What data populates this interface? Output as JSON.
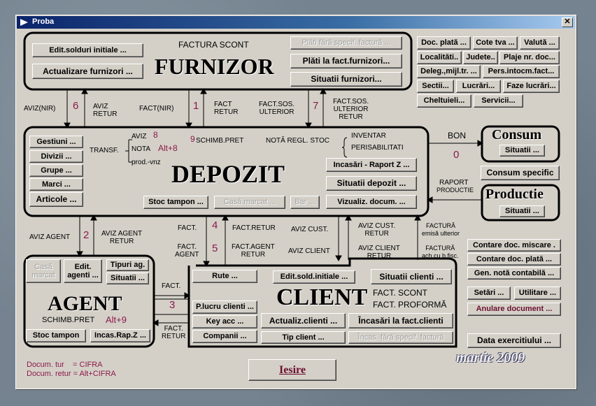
{
  "window": {
    "title": "Proba",
    "close": "✕"
  },
  "furnizor": {
    "title": "FURNIZOR",
    "subtitle": "FACTURA SCONT",
    "edit_solduri": "Edit.solduri initiale ...",
    "actualizare": "Actualizare furnizori ...",
    "plati_spec": "Plăti fără specif. factură ...",
    "plati_fact": "Plăti la fact.furnizori...",
    "situatii": "Situatii furnizori..."
  },
  "nomenclator": {
    "doc_plata": "Doc. plată ...",
    "cote_tva": "Cote tva ...",
    "valuta": "Valută ...",
    "localitati": "Localităti..",
    "judete": "Judete..",
    "plaje": "Plaje nr. doc...",
    "deleg": "Deleg.,mijl.tr. ...",
    "pers": "Pers.intocm.fact...",
    "sectii": "Sectii...",
    "lucrari": "Lucrări...",
    "faze": "Faze lucrări...",
    "cheltuieli": "Cheltuieli...",
    "servicii": "Servicii..."
  },
  "flow_top": {
    "aviz_nir": "AVIZ(NIR)",
    "n6": "6",
    "aviz_retur": "AVIZ\nRETUR",
    "fact_nir": "FACT(NIR)",
    "n1": "1",
    "fact_retur": "FACT\nRETUR",
    "fact_sos": "FACT.SOS.\nULTERIOR",
    "n7": "7",
    "fact_sos_ret": "FACT.SOS.\nULTERIOR\nRETUR"
  },
  "depozit": {
    "title": "DEPOZIT",
    "gestiuni": "Gestiuni ...",
    "divizii": "Divizii ...",
    "grupe": "Grupe ...",
    "marci": "Marci ...",
    "articole": "Articole ...",
    "transf": "TRANSF.",
    "aviz": "AVIZ",
    "n8": "8",
    "nota": "NOTA",
    "alt8": "Alt+8",
    "prod_vnz": "prod.-vnz",
    "n9": "9",
    "schimb": "SCHIMB.PRET",
    "nota_regl": "NOTĂ REGL. STOC",
    "inventar": "INVENTAR",
    "perisab": "PERISABILITATI",
    "incasari": "Incasări - Raport Z ...",
    "situatii": "Situatii depozit ...",
    "vizualiz": "Vizualiz. docum. ...",
    "stoc_tampon": "Stoc tampon ...",
    "casa_marcat": "Casă marcat ...",
    "bar": "Bar ..."
  },
  "consum": {
    "title": "Consum",
    "bon": "BON",
    "n0": "0",
    "situatii": "Situatii ...",
    "specific": "Consum specific",
    "raport": "RAPORT",
    "productie_lbl": "PRODUCTIE"
  },
  "productie": {
    "title": "Productie",
    "situatii": "Situatii ..."
  },
  "flow_mid": {
    "aviz_agent": "AVIZ AGENT",
    "n2": "2",
    "aviz_agent_retur": "AVIZ AGENT\nRETUR",
    "fact": "FACT.",
    "fact_agent": "FACT.\nAGENT",
    "n4": "4",
    "n5": "5",
    "fact_retur": "FACT.RETUR",
    "fact_agent_retur": "FACT.AGENT\nRETUR",
    "aviz_cust": "AVIZ CUST.",
    "aviz_client": "AVIZ CLIENT",
    "aviz_cust_retur": "AVIZ CUST.\nRETUR",
    "aviz_client_retur": "AVIZ CLIENT\nRETUR",
    "factura_emisa": "FACTURĂ\nemisă ulterior",
    "factura_ach": "FACTURĂ\nach.cu b.fisc."
  },
  "right_panel": {
    "contare_misc": "Contare doc. miscare .",
    "contare_plata": "Contare doc. plată ...",
    "gen_nota": "Gen. notă contabilă ...",
    "setari": "Setări ...",
    "utilitare": "Utilitare ...",
    "anulare": "Anulare document ...",
    "data_ex": "Data exercitiului ..."
  },
  "agent": {
    "title": "AGENT",
    "casa_marcat": "Casă\nmarcat",
    "edit_agenti": "Edit.\nagenti ...",
    "tipuri": "Tipuri ag.",
    "situatii": "Situatii ...",
    "schimb": "SCHIMB.PRET",
    "alt9": "Alt+9",
    "stoc_tampon": "Stoc tampon",
    "incas": "Incas.Rap.Z ...",
    "fact": "FACT.",
    "n3": "3",
    "fact_retur": "FACT.\nRETUR"
  },
  "client": {
    "title": "CLIENT",
    "rute": "Rute ...",
    "edit_sold": "Edit.sold.initiale ...",
    "situatii": "Situatii clienti ...",
    "plucru": "P.lucru clienti ...",
    "keyacc": "Key acc ...",
    "companii": "Companii ...",
    "fact_scont": "FACT. SCONT",
    "fact_proforma": "FACT. PROFORMĂ",
    "actualiz": "Actualiz.clienti ...",
    "incasari": "Încasări la fact.clienti",
    "tip_client": "Tip client ...",
    "incas_fara": "Încas. fără specif. factură"
  },
  "footer": {
    "docum_tur": "Docum. tur    = CIFRA",
    "docum_retur": "Docum. retur = Alt+CIFRA",
    "iesire": "Iesire",
    "date": "martie 2009"
  }
}
